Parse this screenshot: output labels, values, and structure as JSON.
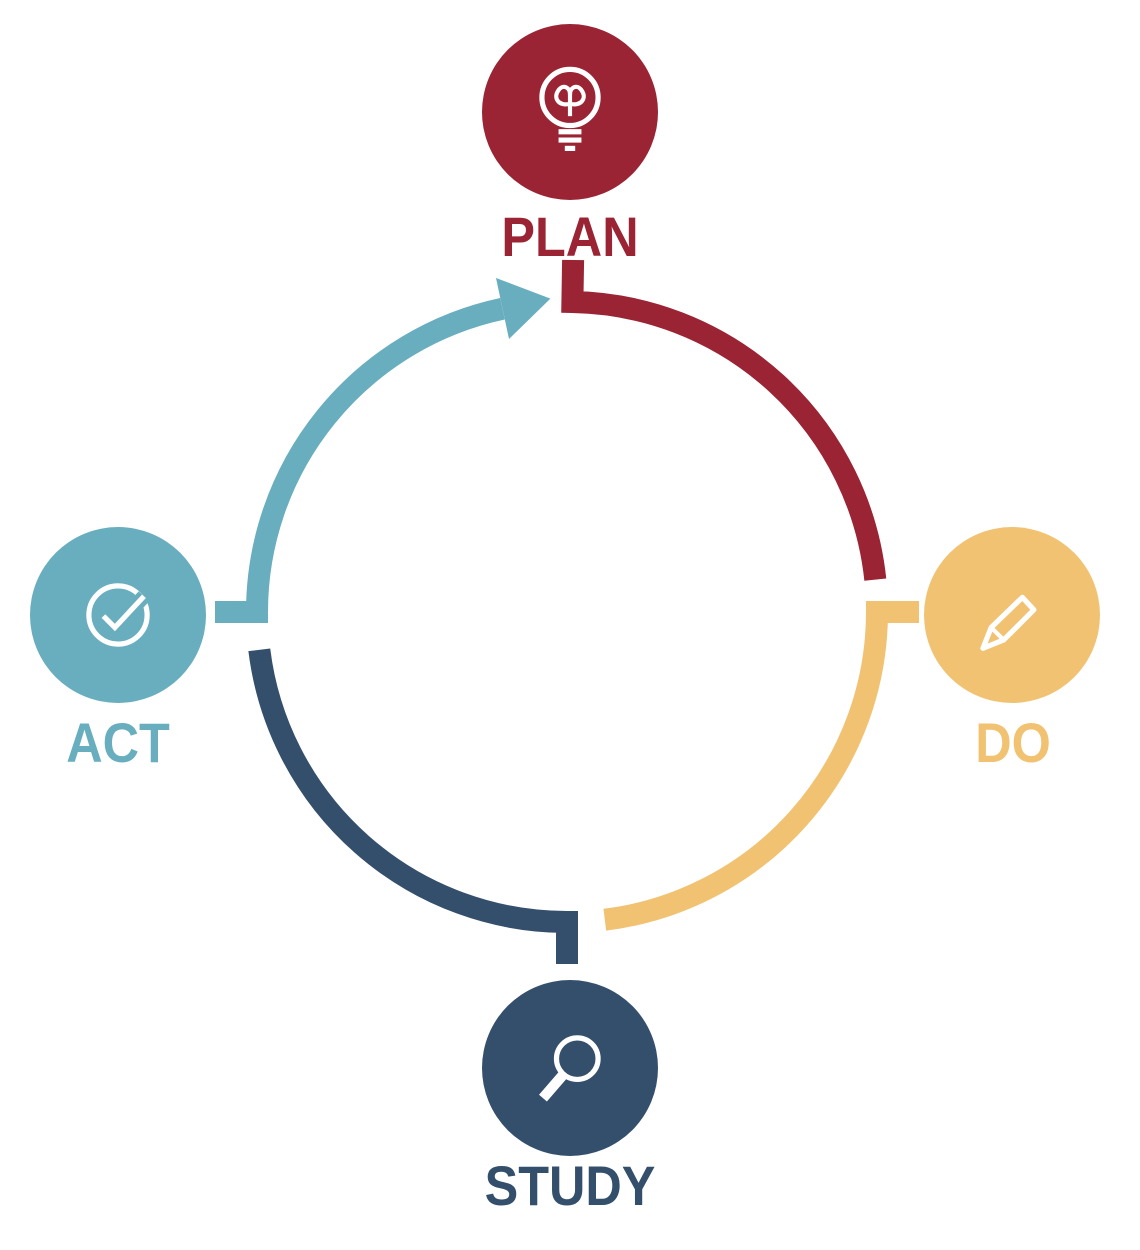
{
  "diagram": {
    "type": "cycle",
    "background": "#FFFFFF",
    "nodes": [
      {
        "id": "plan",
        "label": "PLAN",
        "icon": "lightbulb-icon",
        "color": "#9A2334"
      },
      {
        "id": "do",
        "label": "DO",
        "icon": "pencil-icon",
        "color": "#F1C272"
      },
      {
        "id": "study",
        "label": "STUDY",
        "icon": "magnifier-icon",
        "color": "#344F6B"
      },
      {
        "id": "act",
        "label": "ACT",
        "icon": "check-circle-icon",
        "color": "#68AEBE"
      }
    ]
  }
}
